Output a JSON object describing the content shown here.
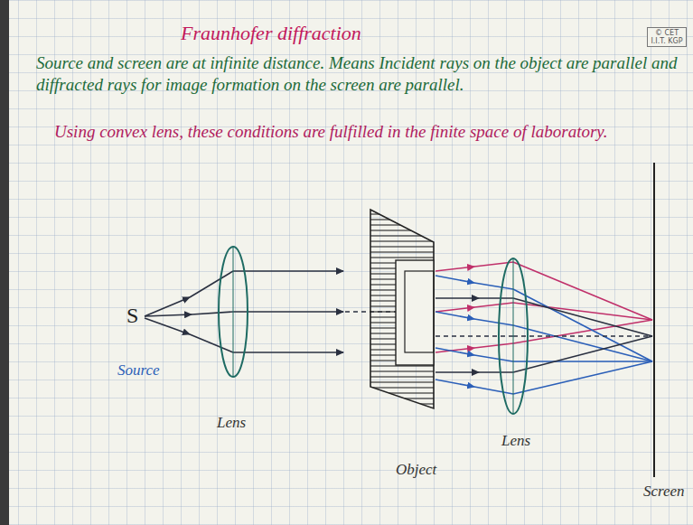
{
  "diagram": {
    "title": "Fraunhofer diffraction",
    "nodes": [
      {
        "text": [
          "© CET I.I.T. KGP"
        ]
      }
    ],
    "labels": [
      "Source and screen are at infinite distance. Means Incident rays on the object are parallel and diffracted rays for image formation on the screen are parallel.",
      "Using convex lens, these conditions are fulfilled in the finite space of laboratory.",
      "S",
      "Source",
      "Lens",
      "Object",
      "Lens",
      "Screen"
    ]
  }
}
